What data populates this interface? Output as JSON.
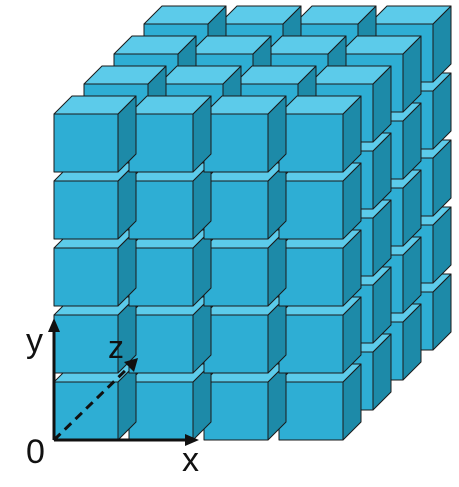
{
  "axes": {
    "origin_label": "0",
    "x_label": "x",
    "y_label": "y",
    "z_label": "z"
  },
  "grid": {
    "columns": 4,
    "rows": 5,
    "depth_layers": 4
  },
  "colors": {
    "front_face": "#2eaed4",
    "top_face": "#5ccbea",
    "side_face": "#1d8aa8",
    "edge": "#1a1a1a",
    "axis": "#111111"
  }
}
